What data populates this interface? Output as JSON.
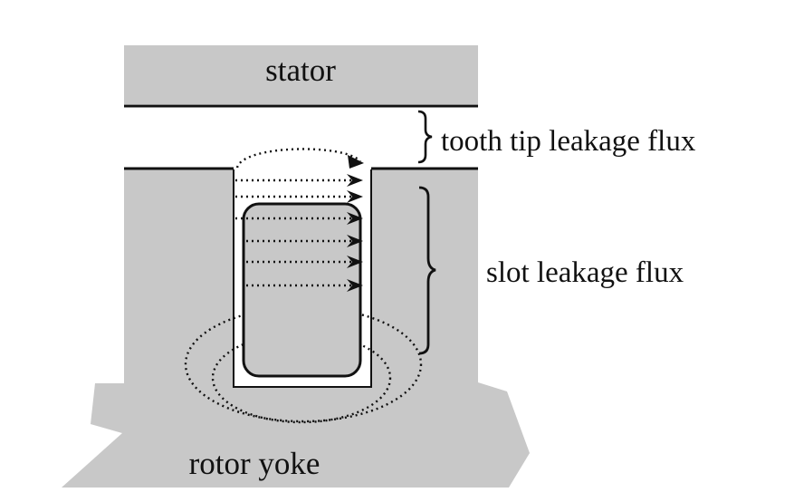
{
  "labels": {
    "stator": "stator",
    "tooth_tip": "tooth tip leakage flux",
    "slot": "slot leakage flux",
    "rotor": "rotor yoke"
  },
  "colors": {
    "iron": "#c8c8c8",
    "line": "#111111",
    "background": "#ffffff"
  }
}
